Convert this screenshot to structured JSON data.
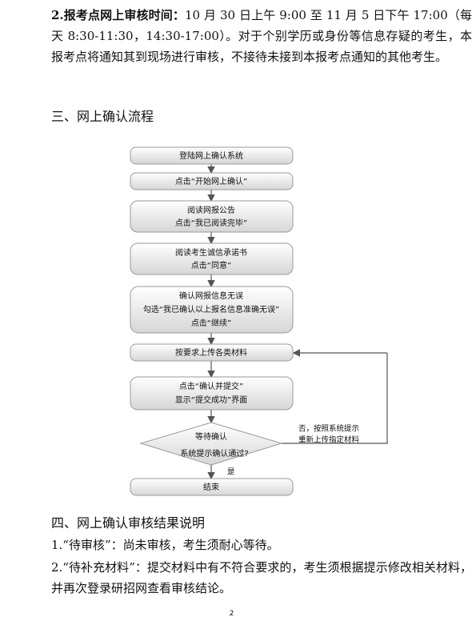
{
  "section2": {
    "lead": "2.报考点网上审核时间：",
    "body": "10 月 30 日上午 9:00 至 11 月 5 日下午 17:00（每天 8:30-11:30，14:30-17:00）。对于个别学历或身份等信息存疑的考生，本报考点将通知其到现场进行审核，不接待未接到本报考点通知的其他考生。"
  },
  "heading3": "三、网上确认流程",
  "flow": {
    "steps": [
      [
        "登陆网上确认系统"
      ],
      [
        "点击“开始网上确认”"
      ],
      [
        "阅读网报公告",
        "点击“我已阅读完毕”"
      ],
      [
        "阅读考生诚信承诺书",
        "点击“同意”"
      ],
      [
        "确认网报信息无误",
        "勾选“我已确认以上报名信息准确无误”",
        "点击“继续”"
      ],
      [
        "按要求上传各类材料"
      ],
      [
        "点击“确认并提交”",
        "显示“提交成功”界面"
      ]
    ],
    "decision": [
      "等待确认",
      "系统提示确认通过?"
    ],
    "no_label": [
      "否，按照系统提示",
      "重新上传指定材料"
    ],
    "yes_label": "是",
    "end": "结束"
  },
  "heading4": "四、网上确认审核结果说明",
  "items": [
    "1.“待审核”：尚未审核，考生须耐心等待。",
    "2.“待补充材料”：提交材料中有不符合要求的，考生须根据提示修改相关材料，并再次登录研招网查看审核结论。"
  ],
  "page_number": "2"
}
